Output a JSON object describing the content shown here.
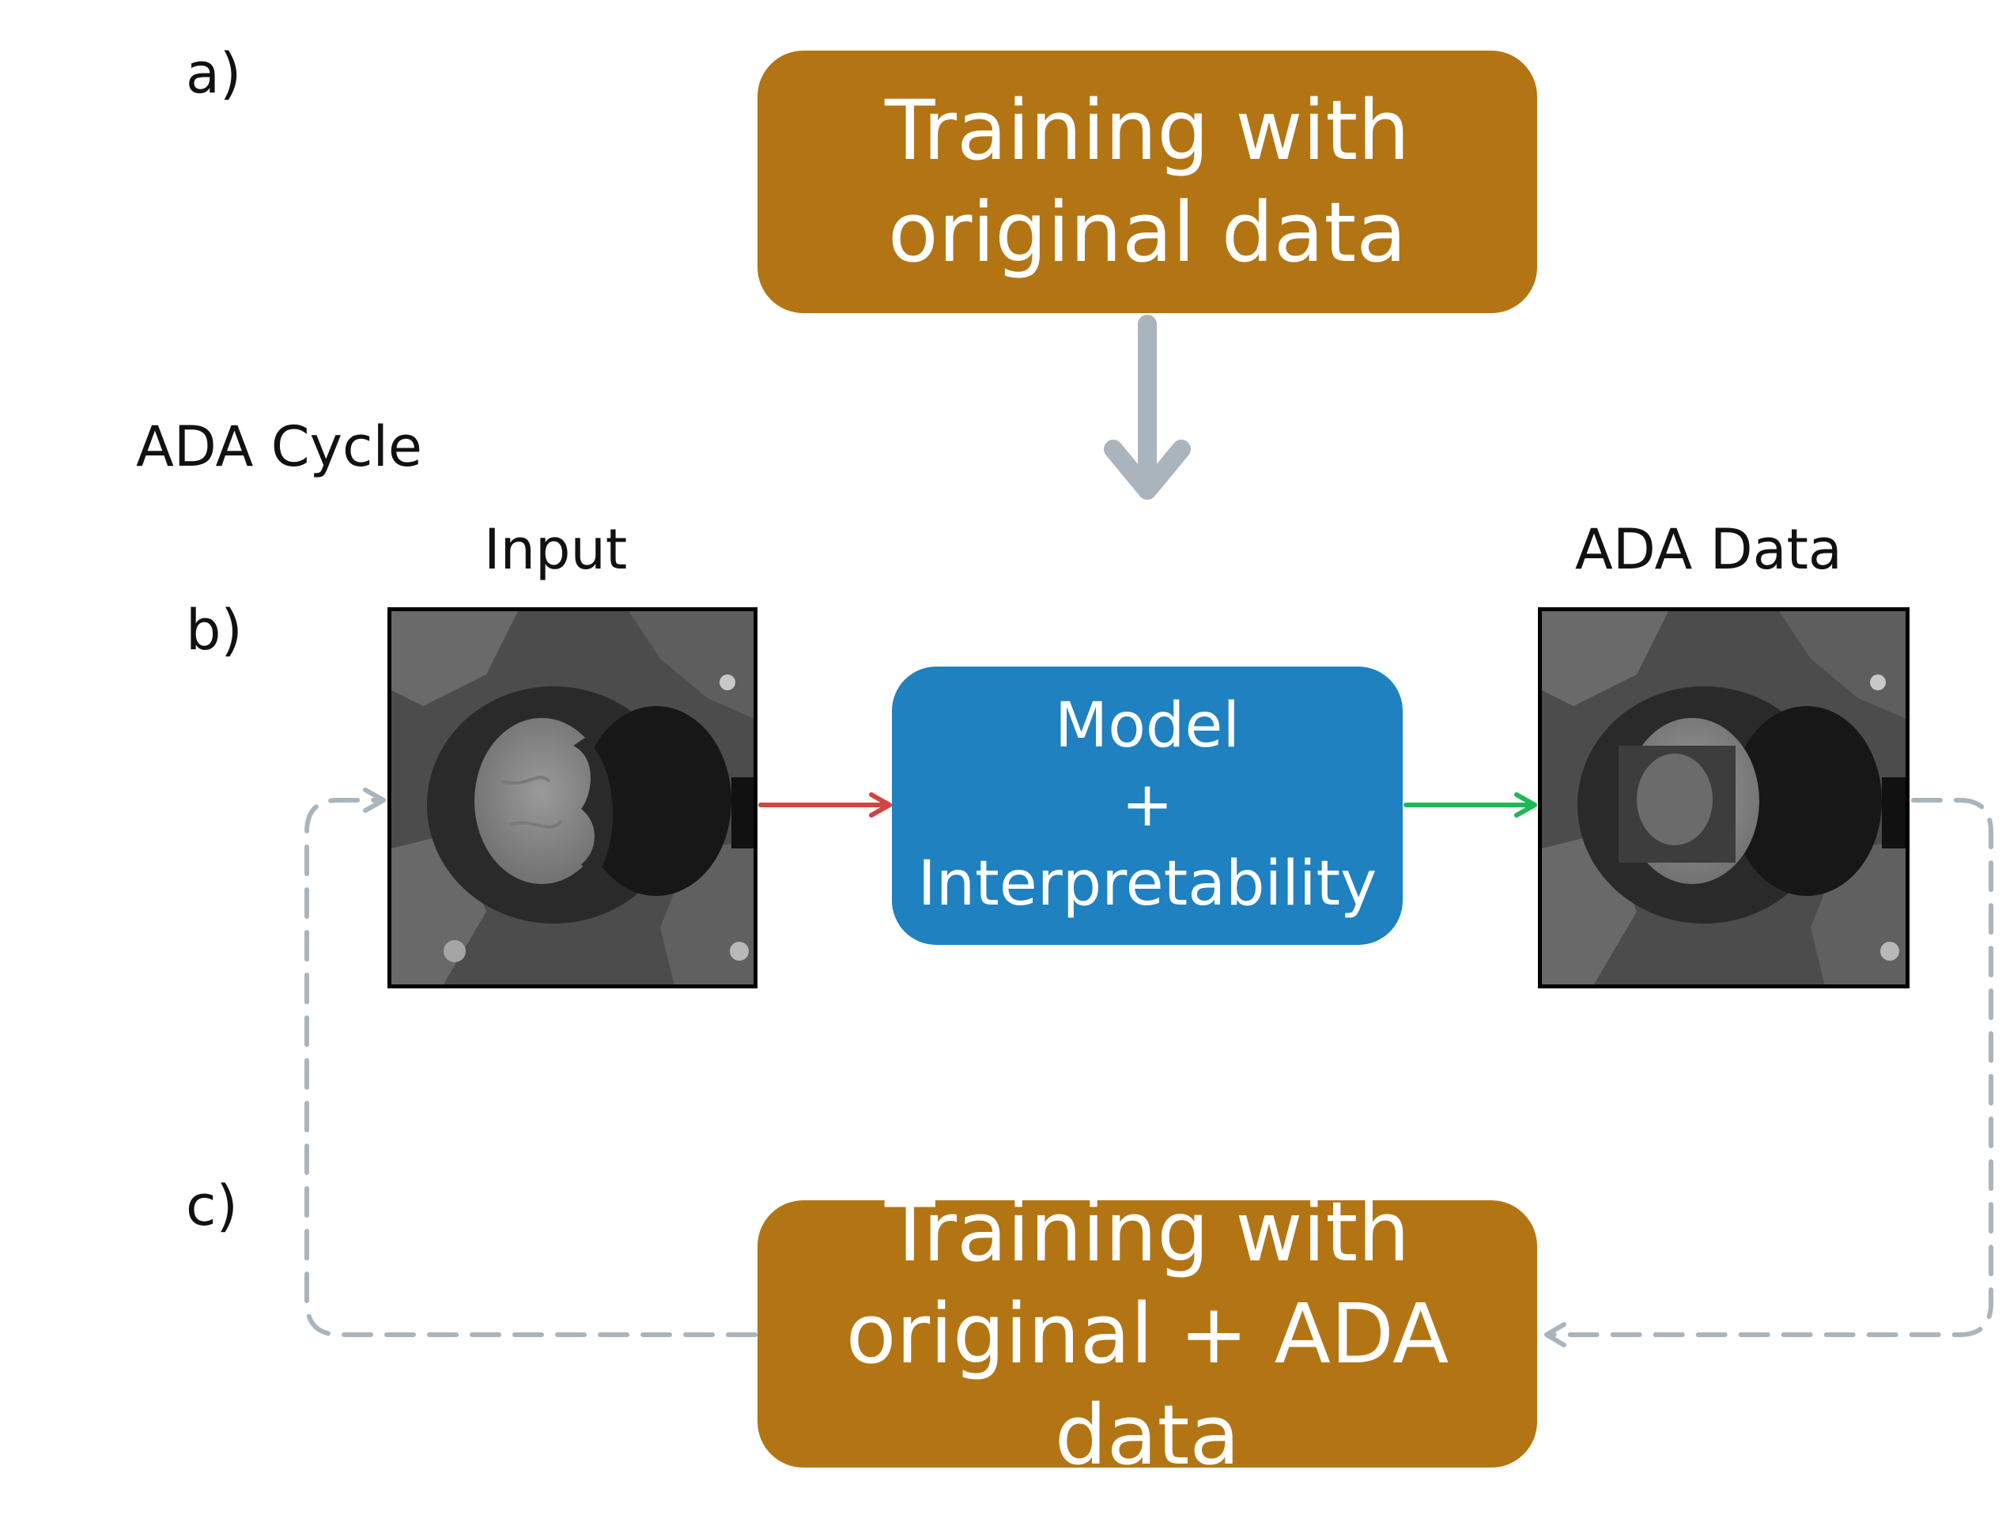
{
  "panel_labels": {
    "a": "a)",
    "b": "b)",
    "c": "c)"
  },
  "cycle_title": "ADA Cycle",
  "boxes": {
    "initial_training": [
      "Training with",
      "original data"
    ],
    "model": [
      "Model",
      "+",
      "Interpretability"
    ],
    "retraining": [
      "Training with",
      "original + ADA data"
    ]
  },
  "images": {
    "input_caption": "Input",
    "ada_caption": "ADA Data"
  },
  "colors": {
    "training_box": "#b37514",
    "model_box": "#1f81bf",
    "arrow_to_model": "#d14444",
    "arrow_from_model": "#1db954",
    "cycle_arrows": "#aab4bd"
  }
}
